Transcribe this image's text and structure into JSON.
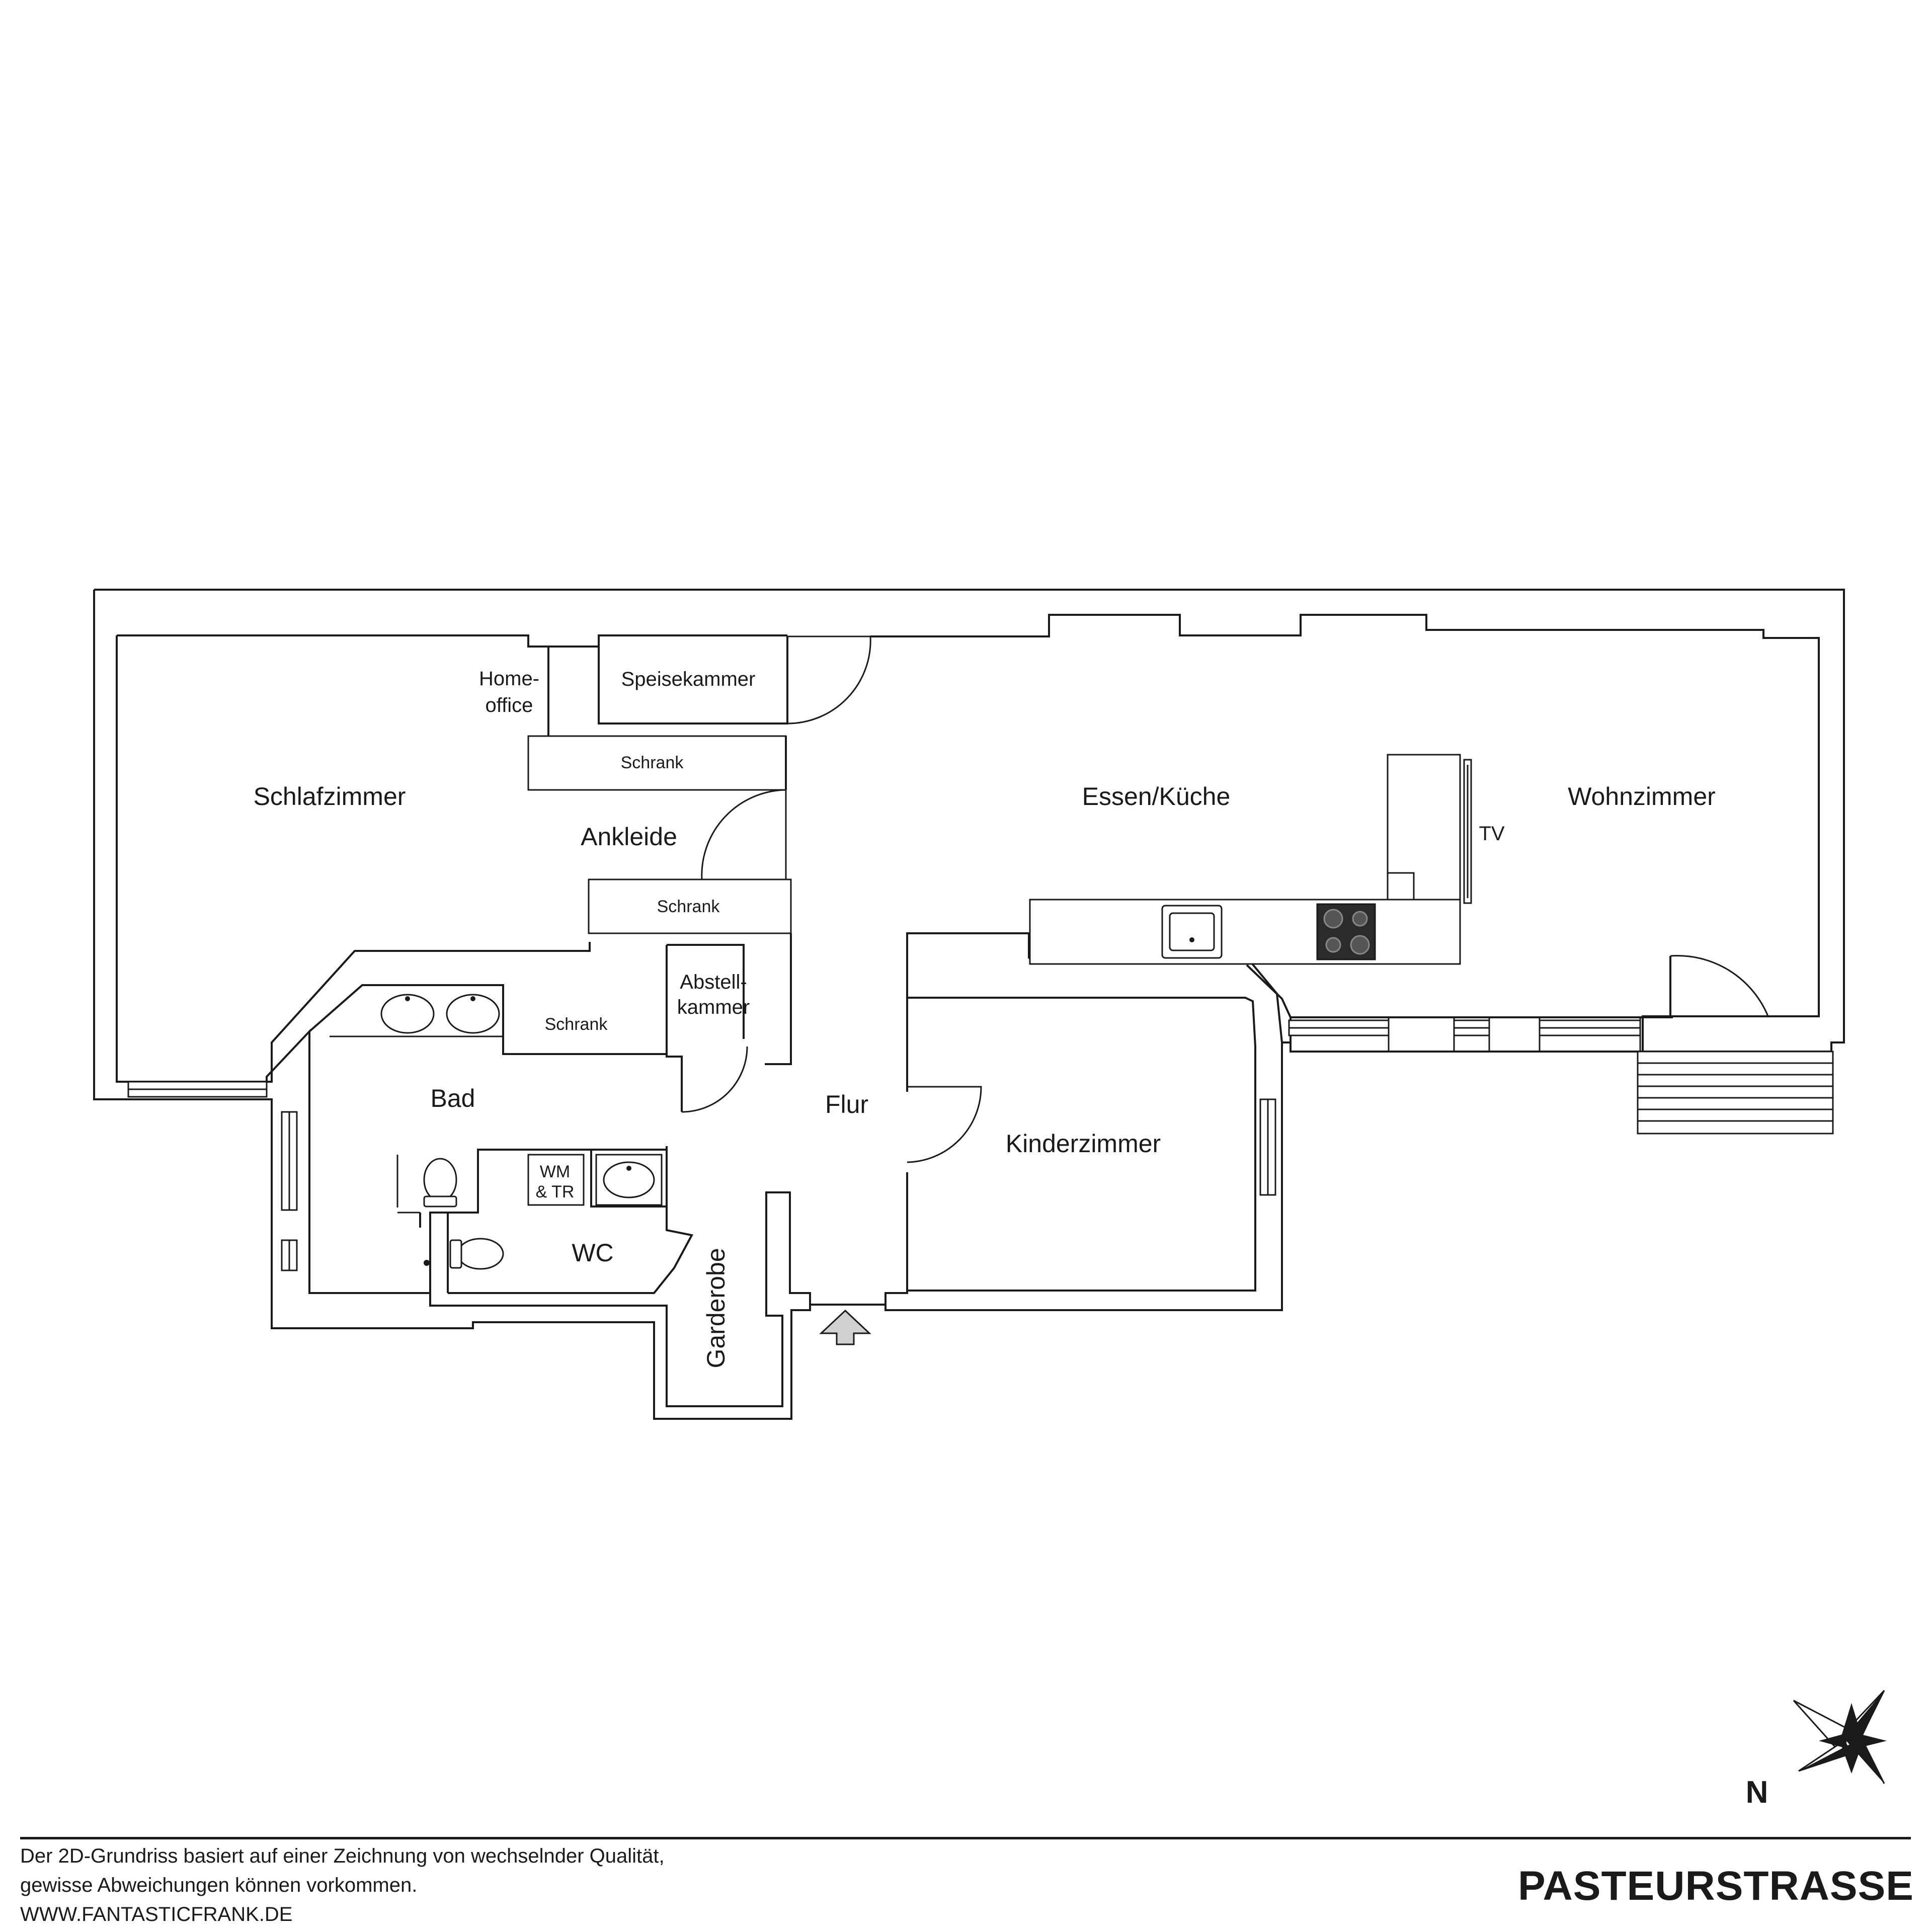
{
  "floorplan": {
    "rooms": {
      "schlafzimmer": "Schlafzimmer",
      "homeoffice_line1": "Home-",
      "homeoffice_line2": "office",
      "speisekammer": "Speisekammer",
      "schrank_top": "Schrank",
      "ankleide": "Ankleide",
      "schrank_mid": "Schrank",
      "essen_kueche": "Essen/Küche",
      "wohnzimmer": "Wohnzimmer",
      "tv": "TV",
      "abstellkammer_line1": "Abstell-",
      "abstellkammer_line2": "kammer",
      "schrank_bad": "Schrank",
      "bad": "Bad",
      "flur": "Flur",
      "kinderzimmer": "Kinderzimmer",
      "wm_line1": "WM",
      "wm_line2": "& TR",
      "wc": "WC",
      "garderobe": "Garderobe"
    },
    "icons": [
      "entrance-arrow-icon",
      "compass-rose-icon",
      "toilet-icon",
      "sink-icon",
      "stove-icon",
      "door-swing-icon",
      "window-icon",
      "balcony-stairs-icon"
    ]
  },
  "compass": {
    "north_label": "N"
  },
  "footer": {
    "disclaimer_line1": "Der 2D-Grundriss basiert auf einer Zeichnung von wechselnder Qualität,",
    "disclaimer_line2": "gewisse Abweichungen können vorkommen.",
    "website": "WWW.FANTASTICFRANK.DE",
    "street": "PASTEURSTRASSE"
  }
}
